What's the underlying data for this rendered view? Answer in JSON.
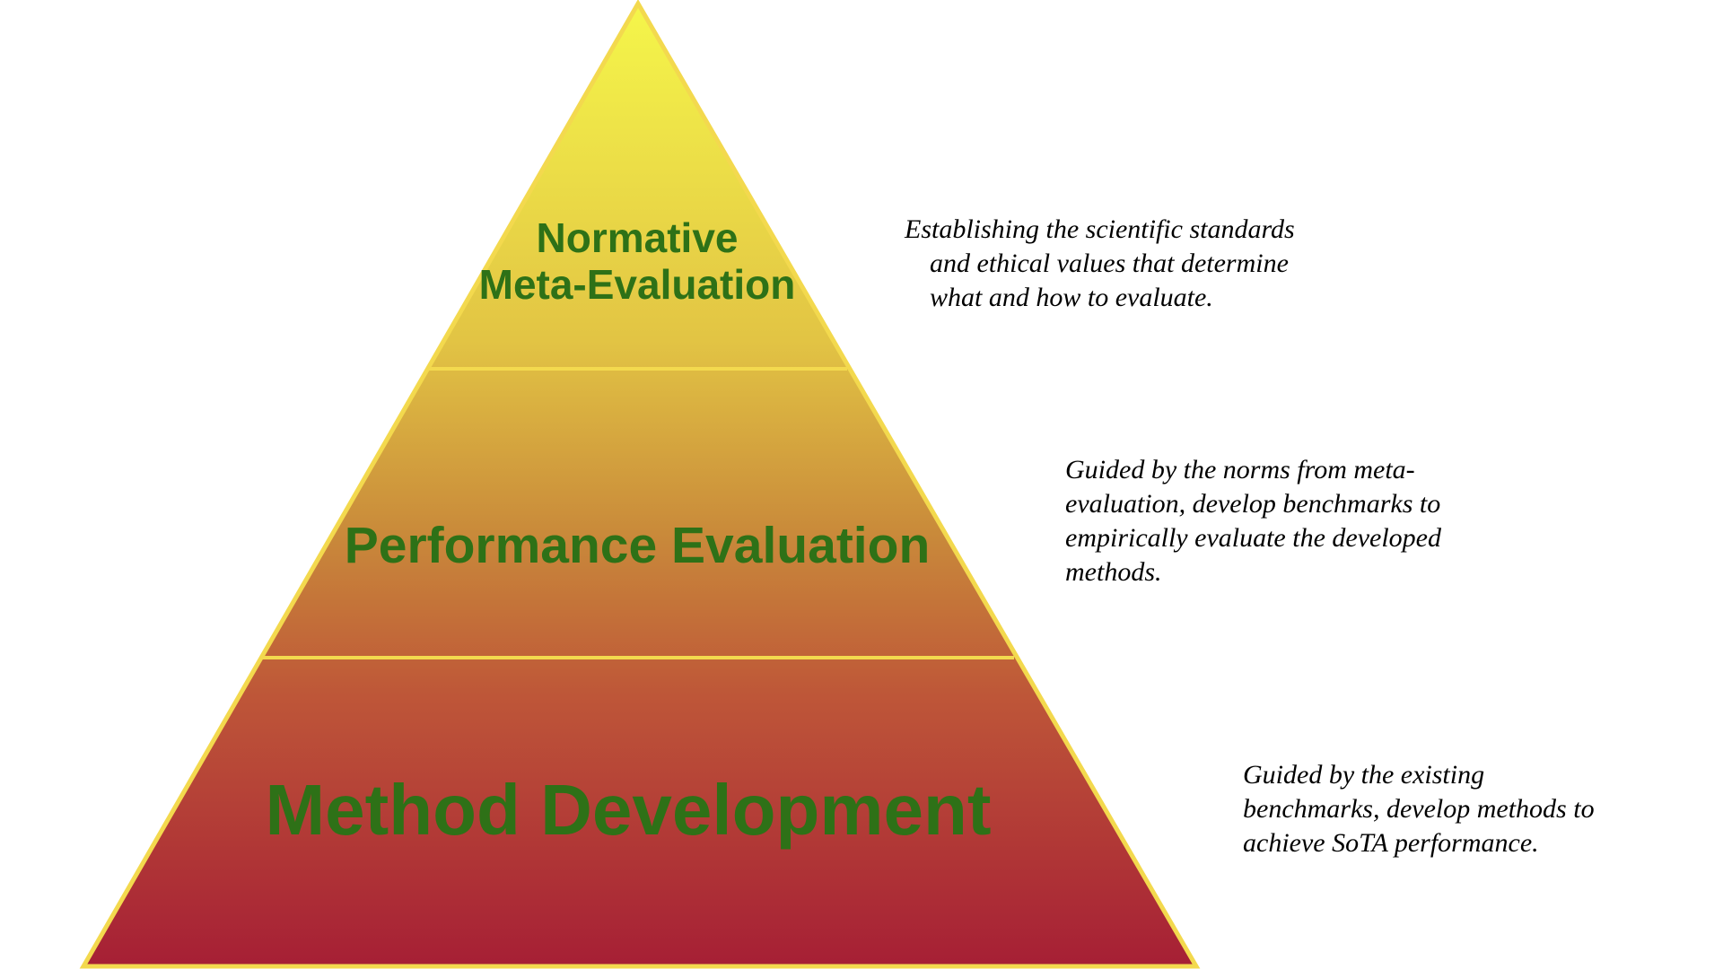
{
  "colors": {
    "gradient_top": "#f5f64a",
    "gradient_upper": "#e2c444",
    "gradient_middle": "#c98a3a",
    "gradient_lower": "#be5638",
    "gradient_bottom": "#a61f35",
    "outline": "#f3d94e",
    "title_text": "#2e7117"
  },
  "tiers": [
    {
      "title_lines": [
        "Normative",
        "Meta-Evaluation"
      ],
      "description_lines": [
        "Establishing the scientific standards",
        "and ethical values that determine",
        "what and how to evaluate."
      ]
    },
    {
      "title_lines": [
        "Performance Evaluation"
      ],
      "description_lines": [
        "Guided by the norms from meta-",
        "evaluation, develop benchmarks to",
        "empirically evaluate the developed",
        "methods."
      ]
    },
    {
      "title_lines": [
        "Method Development"
      ],
      "description_lines": [
        "Guided by the existing",
        "benchmarks, develop methods to",
        "achieve SoTA performance."
      ]
    }
  ]
}
